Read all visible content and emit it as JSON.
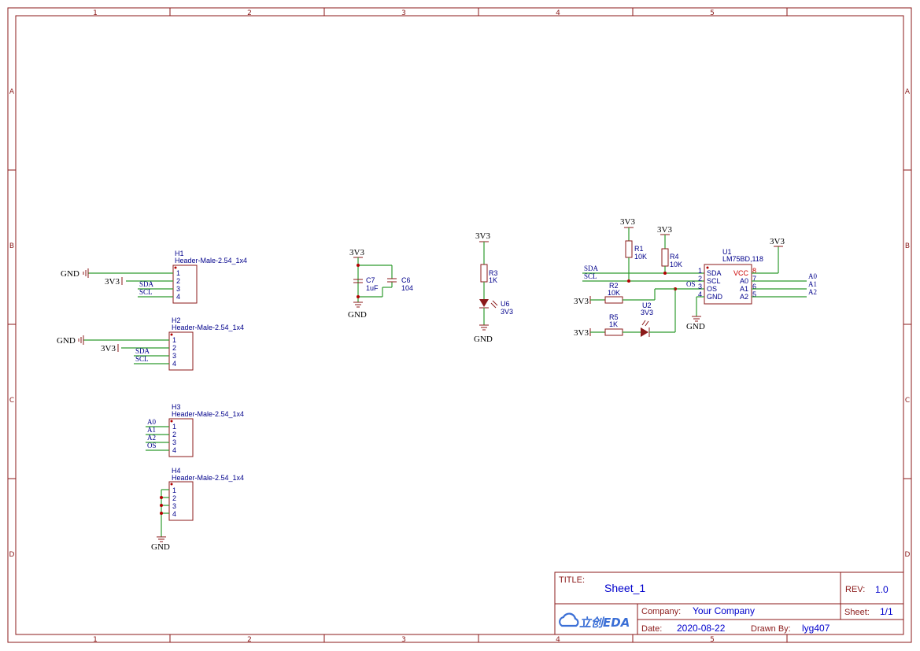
{
  "frame": {
    "columns": [
      "1",
      "2",
      "3",
      "4",
      "5"
    ],
    "rows": [
      "A",
      "B",
      "C",
      "D"
    ]
  },
  "components": {
    "H1": {
      "ref": "H1",
      "value": "Header-Male-2.54_1x4",
      "pins": [
        "1",
        "2",
        "3",
        "4"
      ]
    },
    "H2": {
      "ref": "H2",
      "value": "Header-Male-2.54_1x4",
      "pins": [
        "1",
        "2",
        "3",
        "4"
      ]
    },
    "H3": {
      "ref": "H3",
      "value": "Header-Male-2.54_1x4",
      "pins": [
        "1",
        "2",
        "3",
        "4"
      ]
    },
    "H4": {
      "ref": "H4",
      "value": "Header-Male-2.54_1x4",
      "pins": [
        "1",
        "2",
        "3",
        "4"
      ]
    },
    "C7": {
      "ref": "C7",
      "value": "1uF"
    },
    "C6": {
      "ref": "C6",
      "value": "104"
    },
    "R3": {
      "ref": "R3",
      "value": "1K"
    },
    "U6": {
      "ref": "U6",
      "value": "3V3"
    },
    "R1": {
      "ref": "R1",
      "value": "10K"
    },
    "R4": {
      "ref": "R4",
      "value": "10K"
    },
    "R2": {
      "ref": "R2",
      "value": "10K"
    },
    "R5": {
      "ref": "R5",
      "value": "1K"
    },
    "U2": {
      "ref": "U2",
      "value": "3V3"
    },
    "U1": {
      "ref": "U1",
      "value": "LM75BD,118",
      "left_pins": [
        {
          "num": "1",
          "name": "SDA"
        },
        {
          "num": "2",
          "name": "SCL"
        },
        {
          "num": "3",
          "name": "OS"
        },
        {
          "num": "4",
          "name": "GND"
        }
      ],
      "right_pins": [
        {
          "num": "8",
          "name": "VCC"
        },
        {
          "num": "7",
          "name": "A0"
        },
        {
          "num": "6",
          "name": "A1"
        },
        {
          "num": "5",
          "name": "A2"
        }
      ]
    }
  },
  "power": {
    "v3": "3V3",
    "gnd": "GND"
  },
  "nets": {
    "sda": "SDA",
    "scl": "SCL",
    "os": "OS",
    "a0": "A0",
    "a1": "A1",
    "a2": "A2"
  },
  "title_block": {
    "title_label": "TITLE:",
    "title": "Sheet_1",
    "rev_label": "REV:",
    "rev": "1.0",
    "company_label": "Company:",
    "company": "Your Company",
    "sheet_label": "Sheet:",
    "sheet": "1/1",
    "date_label": "Date:",
    "date": "2020-08-22",
    "drawn_label": "Drawn By:",
    "drawn_by": "lyg407",
    "logo": "立创EDA"
  }
}
